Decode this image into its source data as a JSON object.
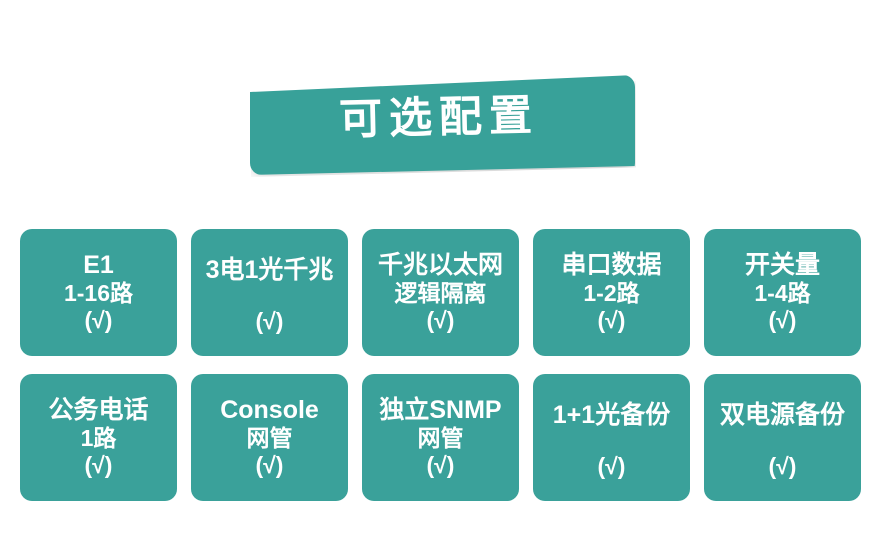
{
  "banner": {
    "title": "可选配置",
    "color": "#38a199"
  },
  "theme": {
    "card_color": "#3aa19a",
    "text_color": "#ffffff",
    "background": "#ffffff"
  },
  "grid": {
    "rows": [
      {
        "cards": [
          {
            "lines": [
              "E1",
              "1-16路",
              "(√)"
            ]
          },
          {
            "lines": [
              "3电1光千兆",
              "(√)"
            ]
          },
          {
            "lines": [
              "千兆以太网",
              "逻辑隔离",
              "(√)"
            ]
          },
          {
            "lines": [
              "串口数据",
              "1-2路",
              "(√)"
            ]
          },
          {
            "lines": [
              "开关量",
              "1-4路",
              "(√)"
            ]
          }
        ]
      },
      {
        "cards": [
          {
            "lines": [
              "公务电话",
              "1路",
              "(√)"
            ]
          },
          {
            "lines": [
              "Console",
              "网管",
              "(√)"
            ]
          },
          {
            "lines": [
              "独立SNMP",
              "网管",
              "(√)"
            ]
          },
          {
            "lines": [
              "1+1光备份",
              "(√)"
            ]
          },
          {
            "lines": [
              "双电源备份",
              "(√)"
            ]
          }
        ]
      }
    ]
  }
}
